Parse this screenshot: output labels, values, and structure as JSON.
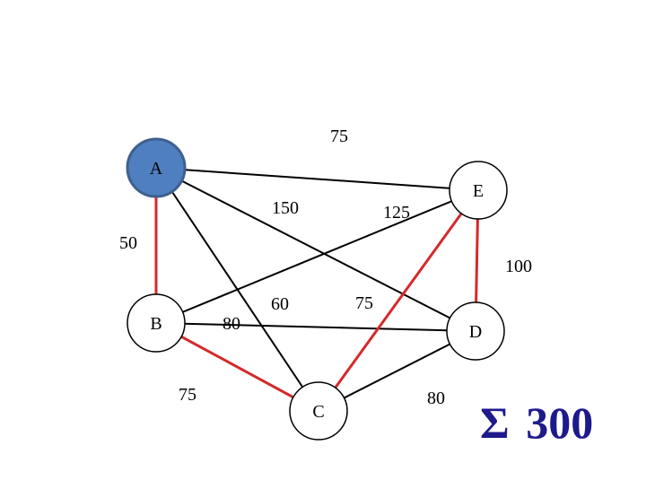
{
  "graph": {
    "nodes": [
      {
        "id": "A",
        "label": "A",
        "highlighted": true
      },
      {
        "id": "B",
        "label": "B",
        "highlighted": false
      },
      {
        "id": "C",
        "label": "C",
        "highlighted": false
      },
      {
        "id": "D",
        "label": "D",
        "highlighted": false
      },
      {
        "id": "E",
        "label": "E",
        "highlighted": false
      }
    ],
    "edges": [
      {
        "from": "A",
        "to": "E",
        "weight": "75",
        "in_tree": false
      },
      {
        "from": "A",
        "to": "D",
        "weight": "150",
        "in_tree": false
      },
      {
        "from": "A",
        "to": "B",
        "weight": "50",
        "in_tree": true
      },
      {
        "from": "A",
        "to": "C",
        "weight": "60",
        "in_tree": false
      },
      {
        "from": "B",
        "to": "E",
        "weight": "125",
        "in_tree": false
      },
      {
        "from": "B",
        "to": "D",
        "weight": "80",
        "in_tree": false
      },
      {
        "from": "B",
        "to": "C",
        "weight": "75",
        "in_tree": true
      },
      {
        "from": "C",
        "to": "E",
        "weight": "75",
        "in_tree": true
      },
      {
        "from": "C",
        "to": "D",
        "weight": "80",
        "in_tree": false
      },
      {
        "from": "E",
        "to": "D",
        "weight": "100",
        "in_tree": true
      }
    ]
  },
  "total": {
    "symbol": "Σ",
    "value": "300"
  },
  "colors": {
    "tree_edge": "#d42a2a",
    "edge": "#000000",
    "highlight_fill": "#4f7fbf",
    "highlight_stroke": "#3f5f8f",
    "node_fill": "#ffffff",
    "node_stroke": "#000000",
    "total_text": "#1f1a8c"
  }
}
